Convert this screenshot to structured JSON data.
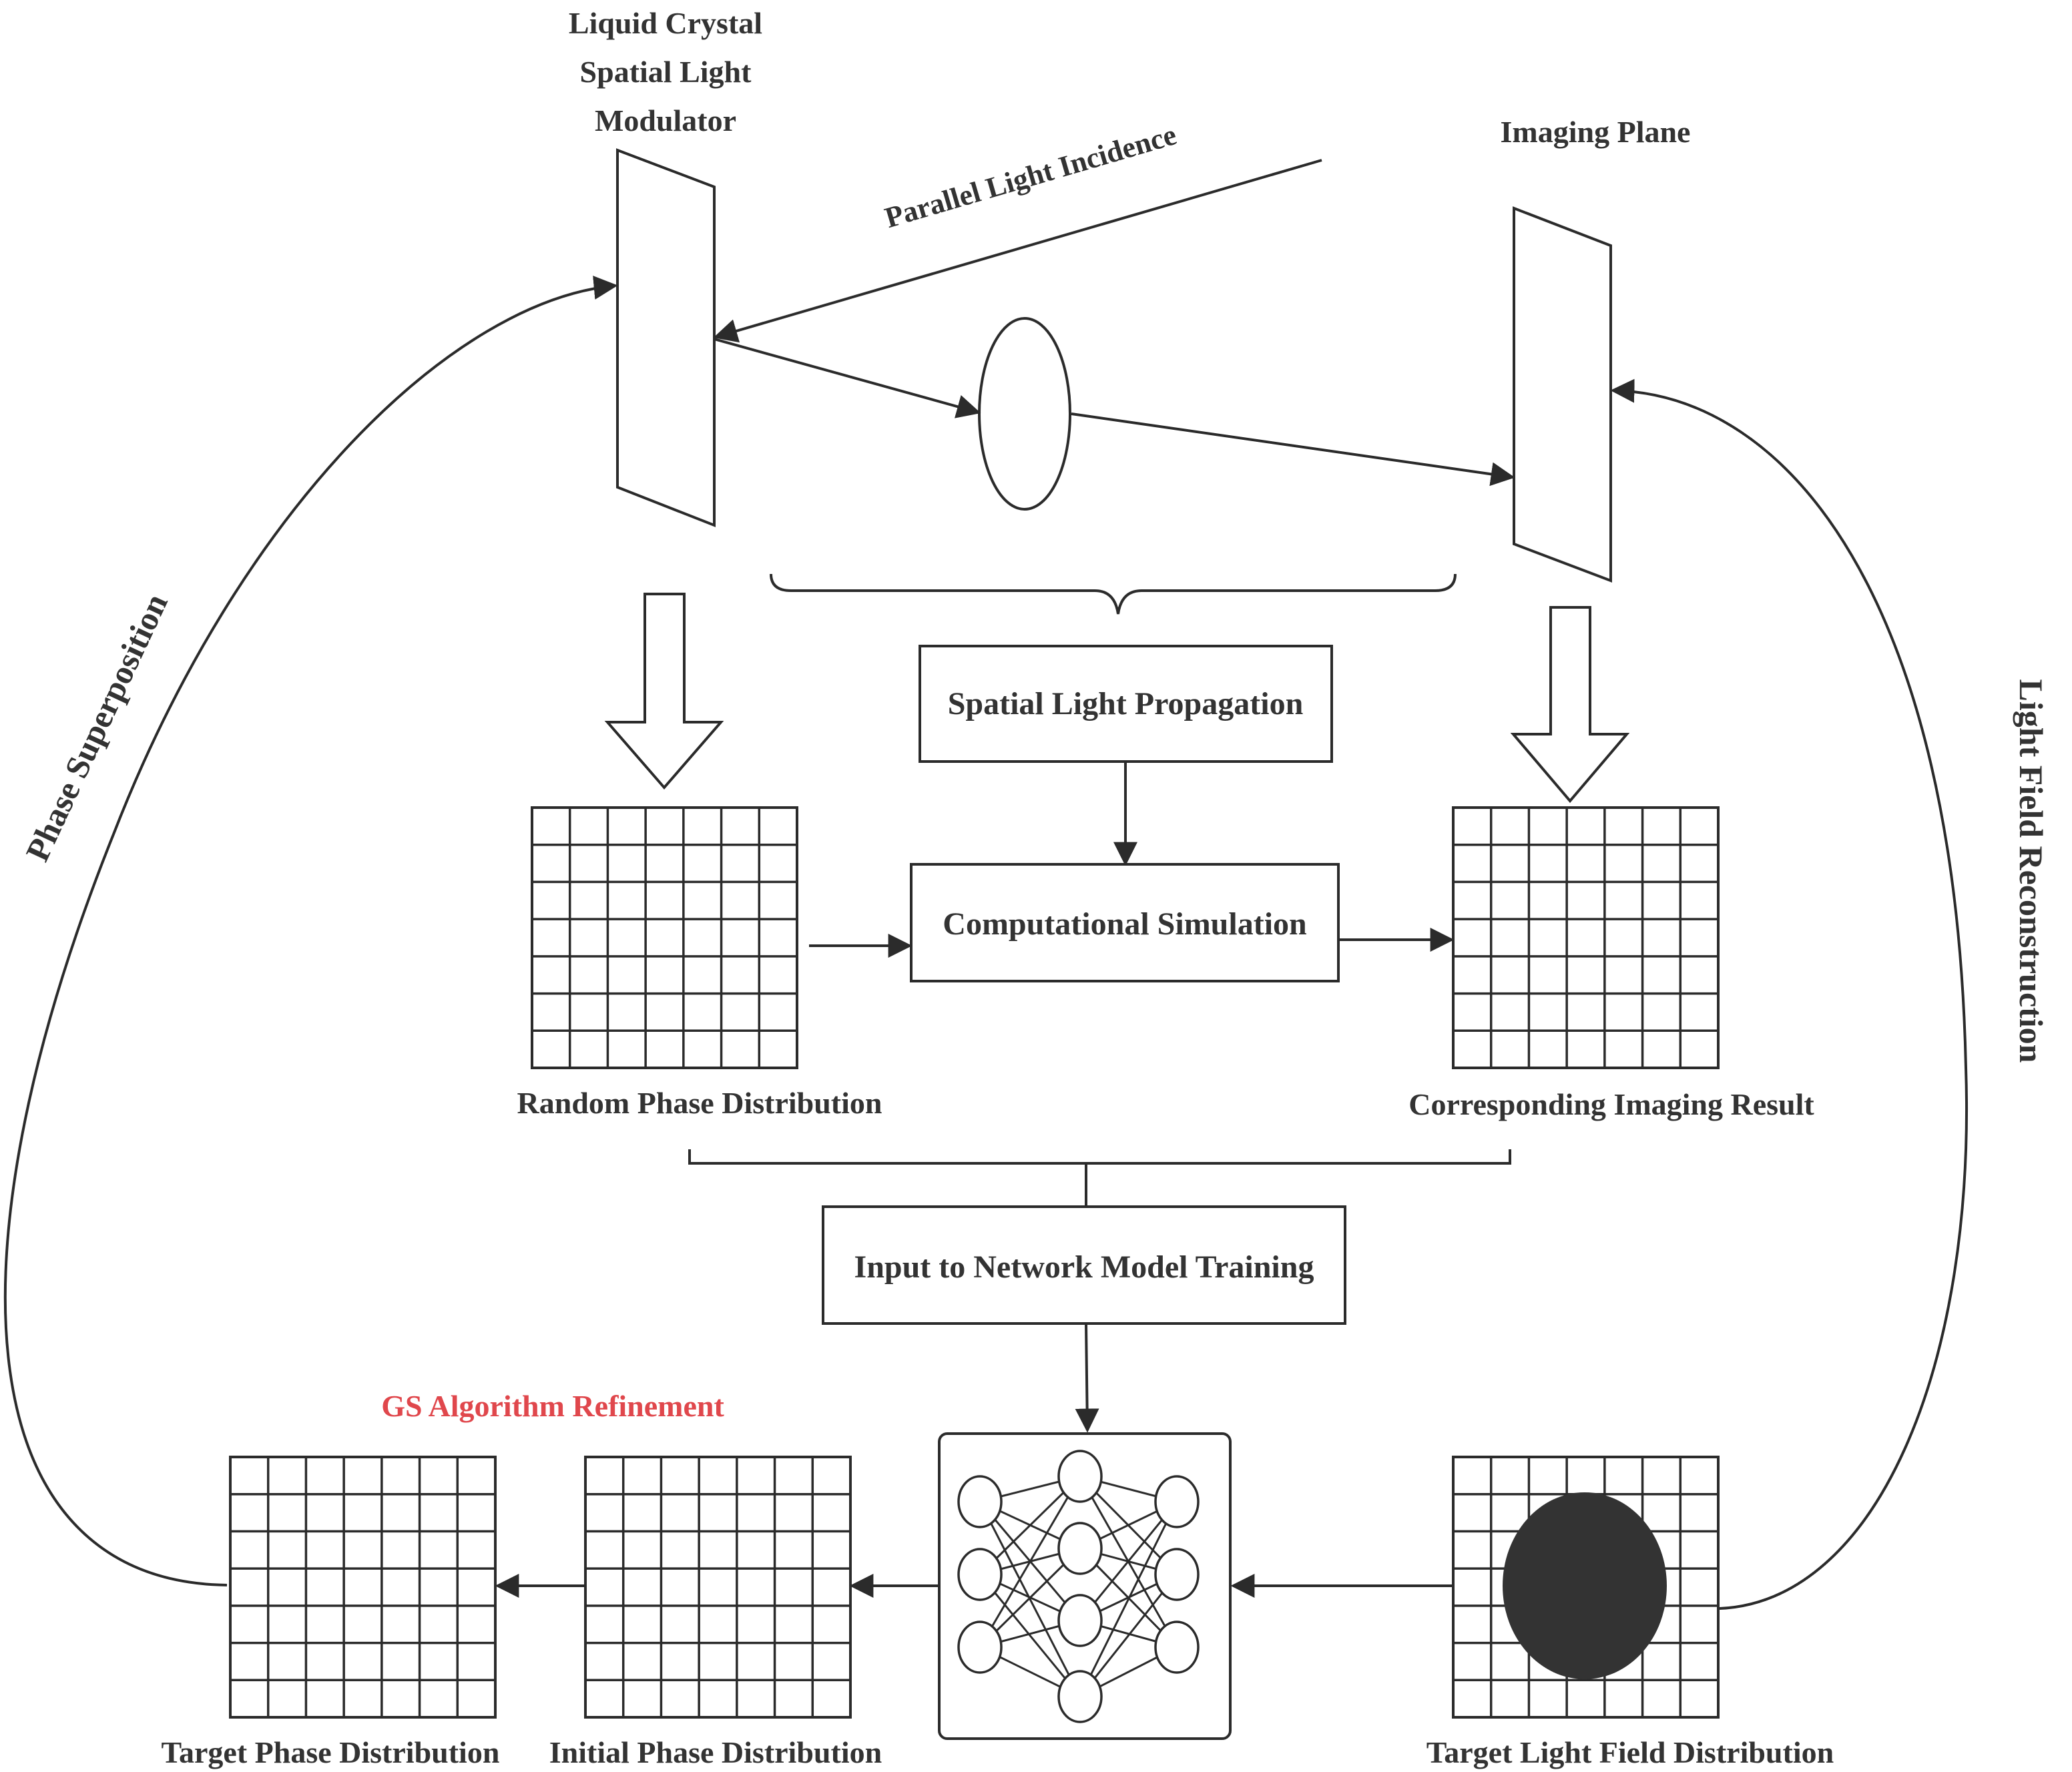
{
  "labels": {
    "slm_line1": "Liquid Crystal",
    "slm_line2": "Spatial Light",
    "slm_line3": "Modulator",
    "imaging_plane": "Imaging Plane",
    "parallel_light": "Parallel Light Incidence",
    "spatial_propagation": "Spatial Light Propagation",
    "computational_simulation": "Computational Simulation",
    "random_phase": "Random Phase Distribution",
    "corresponding_result": "Corresponding Imaging Result",
    "network_training": "Input to Network Model Training",
    "gs_refinement": "GS Algorithm Refinement",
    "target_phase": "Target Phase Distribution",
    "initial_phase": "Initial Phase Distribution",
    "target_light_field": "Target Light Field Distribution",
    "phase_superposition": "Phase Superposition",
    "light_field_reconstruction": "Light Field Reconstruction"
  },
  "colors": {
    "stroke": "#2b2b2b",
    "text": "#333333",
    "highlight": "#e0474c",
    "fill_dark": "#333333"
  },
  "icons": [
    "neural-network-icon",
    "lens-icon",
    "grid-icon"
  ]
}
